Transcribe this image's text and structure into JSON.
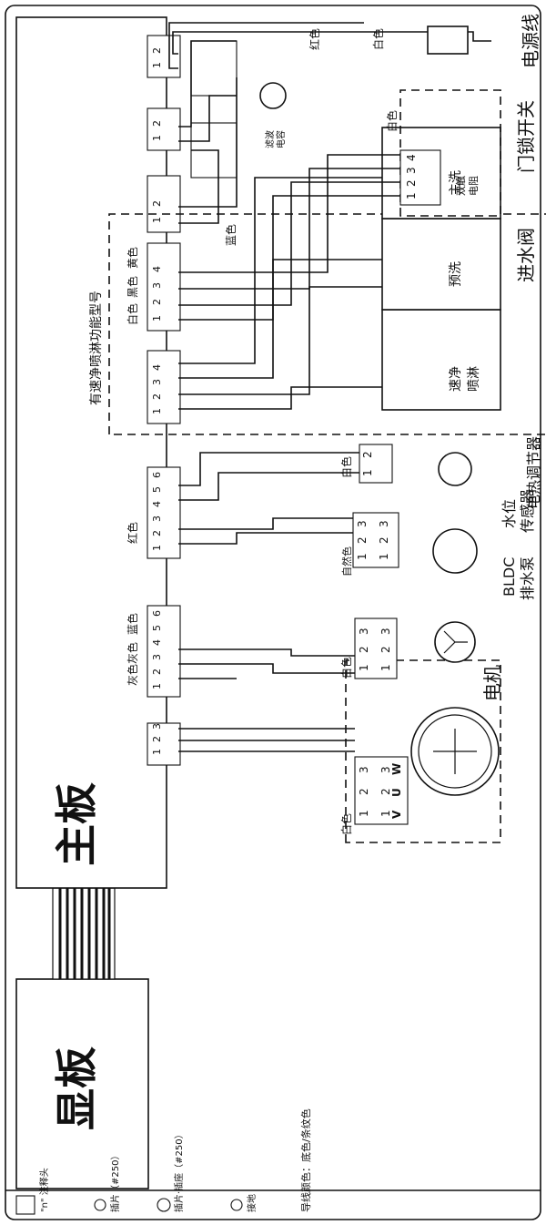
{
  "display_board": "显板",
  "main_board": "主板",
  "motor": "电机",
  "pump": {
    "line1": "BLDC",
    "line2": "排水泵"
  },
  "water_sensor": {
    "line1": "水位",
    "line2": "传感器"
  },
  "heater_ctrl": "电热调节器",
  "inlet_valve": "进水阀",
  "door_lock": "门锁开关",
  "power_cord": "电源线",
  "fast_spray_model": "有速净喷淋功能型号",
  "valves": {
    "main_wash": "主洗",
    "pre_wash": "预洗",
    "fast_spray_1": "速净",
    "fast_spray_2": "喷淋"
  },
  "door_lock_inner": {
    "line1": "双触",
    "line2": "电阻"
  },
  "filter_label": {
    "line1": "滤波",
    "line2": "电容"
  },
  "colors": {
    "white": "白色",
    "red": "红色",
    "blue": "蓝色",
    "gray": "灰色",
    "black": "黑色",
    "yellow": "黄色",
    "natural": "自然色",
    "gray_gray": "灰色灰色",
    "natural2": "自然色"
  },
  "pin_nums": {
    "p1": "1",
    "p2": "2",
    "p3": "3",
    "p4": "4",
    "p5": "5",
    "p6": "6"
  },
  "motor_pins": {
    "w": "W",
    "u": "U",
    "v": "V"
  },
  "legend": {
    "item1": "\"n\" 注释头",
    "item2": "插片（#250）",
    "item3": "插片·插座（#250）",
    "item4": "接地",
    "footer": "导线颜色：底色/条纹色"
  }
}
